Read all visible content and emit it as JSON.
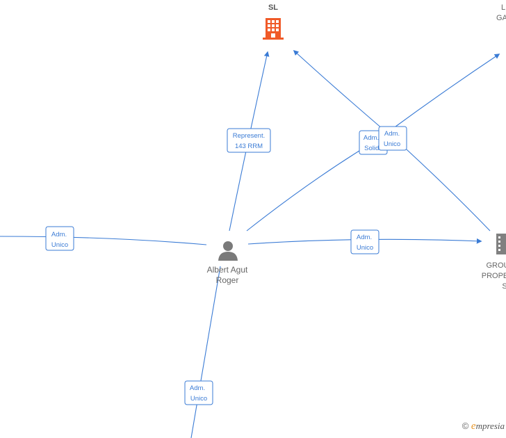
{
  "colors": {
    "edge": "#3a7bd5",
    "company_active": "#f05a28",
    "company_inactive": "#808080",
    "person": "#7a7a7a"
  },
  "nodes": {
    "top_company": {
      "label": "SL",
      "icon": "building-icon"
    },
    "top_right_company": {
      "lines": [
        "L",
        "GA"
      ],
      "icon": "none"
    },
    "right_company": {
      "lines": [
        "GROU",
        "PROPE",
        "S"
      ],
      "icon": "building-icon"
    },
    "person": {
      "lines": [
        "Albert Agut",
        "Roger"
      ],
      "icon": "person-icon"
    }
  },
  "edge_labels": {
    "represent": [
      "Represent.",
      "143 RRM"
    ],
    "adm_solid": [
      "Adm.",
      "Solid."
    ],
    "adm_unico_top": [
      "Adm.",
      "Unico"
    ],
    "adm_unico_left": [
      "Adm.",
      "Unico"
    ],
    "adm_unico_right": [
      "Adm.",
      "Unico"
    ],
    "adm_unico_bottom": [
      "Adm.",
      "Unico"
    ]
  },
  "watermark": {
    "copyright": "©",
    "brand_e": "e",
    "brand_rest": "mpresia"
  }
}
